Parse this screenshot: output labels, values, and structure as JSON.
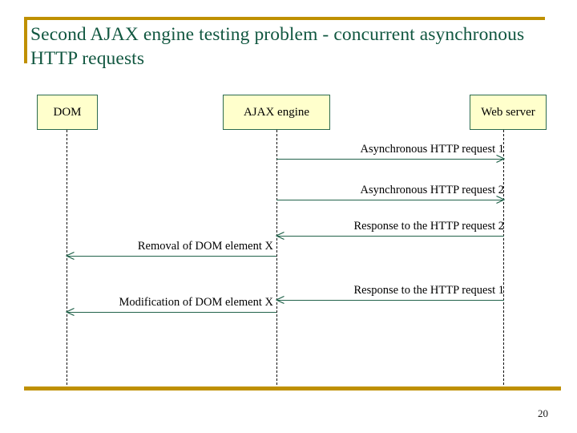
{
  "slide": {
    "title": "Second AJAX engine testing problem - concurrent asynchronous HTTP requests",
    "page_number": "20",
    "accent_color": "#bf9000",
    "title_color": "#115740",
    "box_fill_color": "#ffffcc",
    "box_border_color": "#2c6b4f",
    "arrow_color": "#22634b"
  },
  "diagram": {
    "type": "sequence-diagram",
    "participants": [
      {
        "id": "dom",
        "label": "DOM"
      },
      {
        "id": "ajax",
        "label": "AJAX engine"
      },
      {
        "id": "server",
        "label": "Web server"
      }
    ],
    "messages": [
      {
        "label": "Asynchronous HTTP request 1",
        "from": "ajax",
        "to": "server",
        "direction": "right"
      },
      {
        "label": "Asynchronous HTTP request 2",
        "from": "ajax",
        "to": "server",
        "direction": "right"
      },
      {
        "label": "Response to the HTTP request 2",
        "from": "server",
        "to": "ajax",
        "direction": "left"
      },
      {
        "label": "Removal of DOM element X",
        "from": "ajax",
        "to": "dom",
        "direction": "left"
      },
      {
        "label": "Response to the HTTP request 1",
        "from": "server",
        "to": "ajax",
        "direction": "left"
      },
      {
        "label": "Modification of DOM element X",
        "from": "ajax",
        "to": "dom",
        "direction": "left"
      }
    ]
  }
}
